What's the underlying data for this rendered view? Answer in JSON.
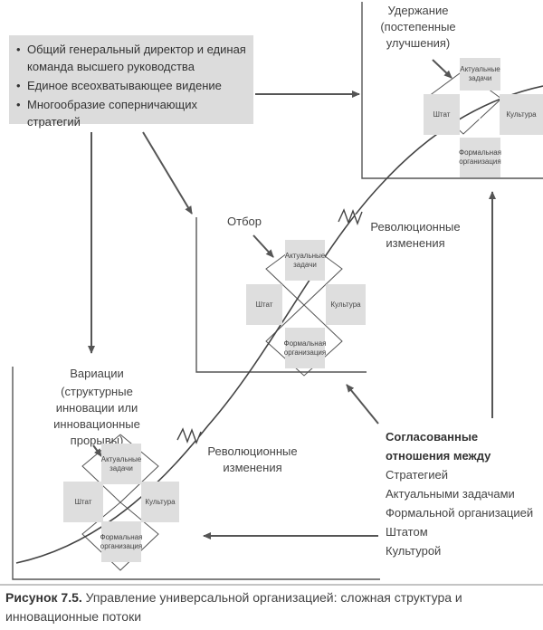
{
  "bullets": [
    "Общий генеральный директор и единая команда высшего руководства",
    "Единое всеохватывающее видение",
    "Многообразие соперничающих стратегий"
  ],
  "stages": {
    "retention": {
      "title": "Удержание",
      "subtitle": "(постепенные улучшения)"
    },
    "selection": {
      "title": "Отбор"
    },
    "variation": {
      "title": "Вариации",
      "subtitle": "(структурные инновации или инновационные прорывы)"
    }
  },
  "diamond": {
    "top": "Актуальные задачи",
    "left": "Штат",
    "right": "Культура",
    "bottom": "Формальная организация"
  },
  "revolutionary_label": "Революционные изменения",
  "alignment": {
    "heading": "Согласованные отношения между",
    "items": [
      "Стратегией",
      "Актуальными задачами",
      "Формальной организацией",
      "Штатом",
      "Культурой"
    ]
  },
  "caption": {
    "label": "Рисунок 7.5.",
    "text": "Управление универсальной организацией: сложная структура и инновационные потоки"
  }
}
